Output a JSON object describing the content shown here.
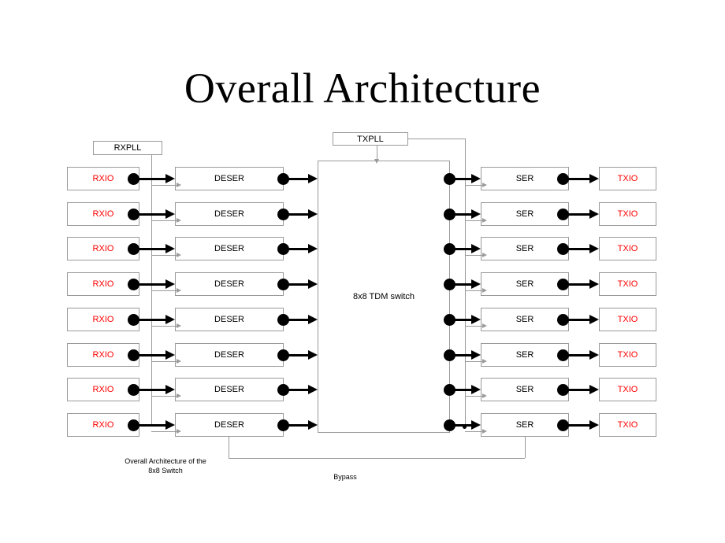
{
  "slide": {
    "title": "Overall Architecture",
    "background": "#ffffff"
  },
  "colors": {
    "io_text": "#ff0000",
    "block_text": "#000000",
    "box_border": "#9a9a9a",
    "signal_line": "#000000",
    "clock_line": "#9a9a9a"
  },
  "clocks": {
    "rx_pll": "RXPLL",
    "tx_pll": "TXPLL"
  },
  "switch": {
    "label": "8x8 TDM switch"
  },
  "lanes": [
    {
      "rxio": "RXIO",
      "deser": "DESER",
      "ser": "SER",
      "txio": "TXIO"
    },
    {
      "rxio": "RXIO",
      "deser": "DESER",
      "ser": "SER",
      "txio": "TXIO"
    },
    {
      "rxio": "RXIO",
      "deser": "DESER",
      "ser": "SER",
      "txio": "TXIO"
    },
    {
      "rxio": "RXIO",
      "deser": "DESER",
      "ser": "SER",
      "txio": "TXIO"
    },
    {
      "rxio": "RXIO",
      "deser": "DESER",
      "ser": "SER",
      "txio": "TXIO"
    },
    {
      "rxio": "RXIO",
      "deser": "DESER",
      "ser": "SER",
      "txio": "TXIO"
    },
    {
      "rxio": "RXIO",
      "deser": "DESER",
      "ser": "SER",
      "txio": "TXIO"
    },
    {
      "rxio": "RXIO",
      "deser": "DESER",
      "ser": "SER",
      "txio": "TXIO"
    }
  ],
  "captions": {
    "figure": "Overall Architecture of the\n8x8 Switch",
    "bypass": "Bypass"
  }
}
